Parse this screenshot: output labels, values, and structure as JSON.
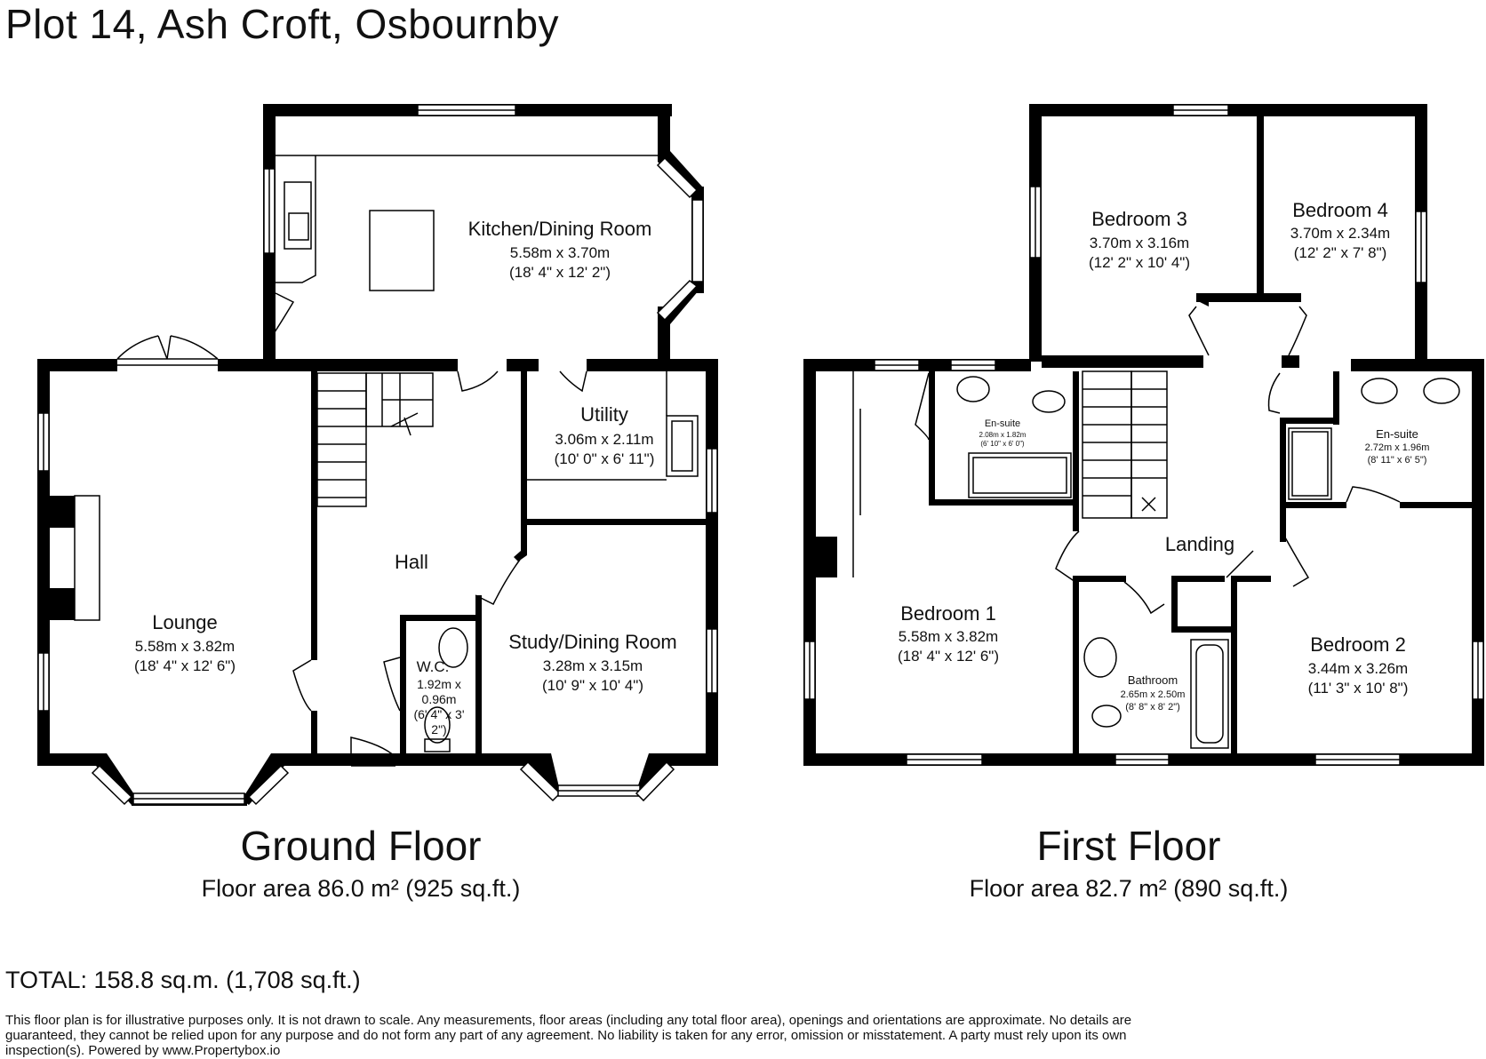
{
  "title": "Plot 14, Ash Croft, Osbournby",
  "ground_floor": {
    "label": "Ground Floor",
    "area": "Floor area 86.0 m² (925 sq.ft.)",
    "rooms": {
      "kitchen": {
        "name": "Kitchen/Dining Room",
        "size": "5.58m x 3.70m",
        "imperial": "(18' 4\" x 12' 2\")"
      },
      "utility": {
        "name": "Utility",
        "size": "3.06m x 2.11m",
        "imperial": "(10' 0\" x 6' 11\")"
      },
      "lounge": {
        "name": "Lounge",
        "size": "5.58m x 3.82m",
        "imperial": "(18' 4\" x 12' 6\")"
      },
      "hall": {
        "name": "Hall"
      },
      "wc": {
        "name": "W.C.",
        "line1": "1.92m x",
        "line2": "0.96m",
        "line3": "(6' 4\" x 3'",
        "line4": "2\")"
      },
      "study": {
        "name": "Study/Dining Room",
        "size": "3.28m x 3.15m",
        "imperial": "(10' 9\" x 10' 4\")"
      }
    }
  },
  "first_floor": {
    "label": "First Floor",
    "area": "Floor area 82.7 m² (890 sq.ft.)",
    "rooms": {
      "bed3": {
        "name": "Bedroom 3",
        "size": "3.70m x 3.16m",
        "imperial": "(12' 2\" x 10' 4\")"
      },
      "bed4": {
        "name": "Bedroom 4",
        "size": "3.70m x 2.34m",
        "imperial": "(12' 2\" x 7' 8\")"
      },
      "ensuite1": {
        "name": "En-suite",
        "size": "2.08m x 1.82m",
        "imperial": "(6' 10\" x 6' 0\")"
      },
      "ensuite2": {
        "name": "En-suite",
        "size": "2.72m x 1.96m",
        "imperial": "(8' 11\" x 6' 5\")"
      },
      "landing": {
        "name": "Landing"
      },
      "bed1": {
        "name": "Bedroom 1",
        "size": "5.58m x 3.82m",
        "imperial": "(18' 4\" x 12' 6\")"
      },
      "bathroom": {
        "name": "Bathroom",
        "size": "2.65m x 2.50m",
        "imperial": "(8' 8\" x 8' 2\")"
      },
      "bed2": {
        "name": "Bedroom 2",
        "size": "3.44m x 3.26m",
        "imperial": "(11' 3\" x 10' 8\")"
      }
    }
  },
  "total": "TOTAL: 158.8 sq.m. (1,708 sq.ft.)",
  "disclaimer": "This floor plan is for illustrative purposes only. It is not drawn to scale. Any measurements, floor areas (including any total floor area), openings and orientations are approximate. No details are guaranteed, they cannot be relied upon for any purpose and do not form any part of any agreement. No liability is taken for any error, omission or misstatement. A party must rely upon its own inspection(s). Powered by www.Propertybox.io"
}
